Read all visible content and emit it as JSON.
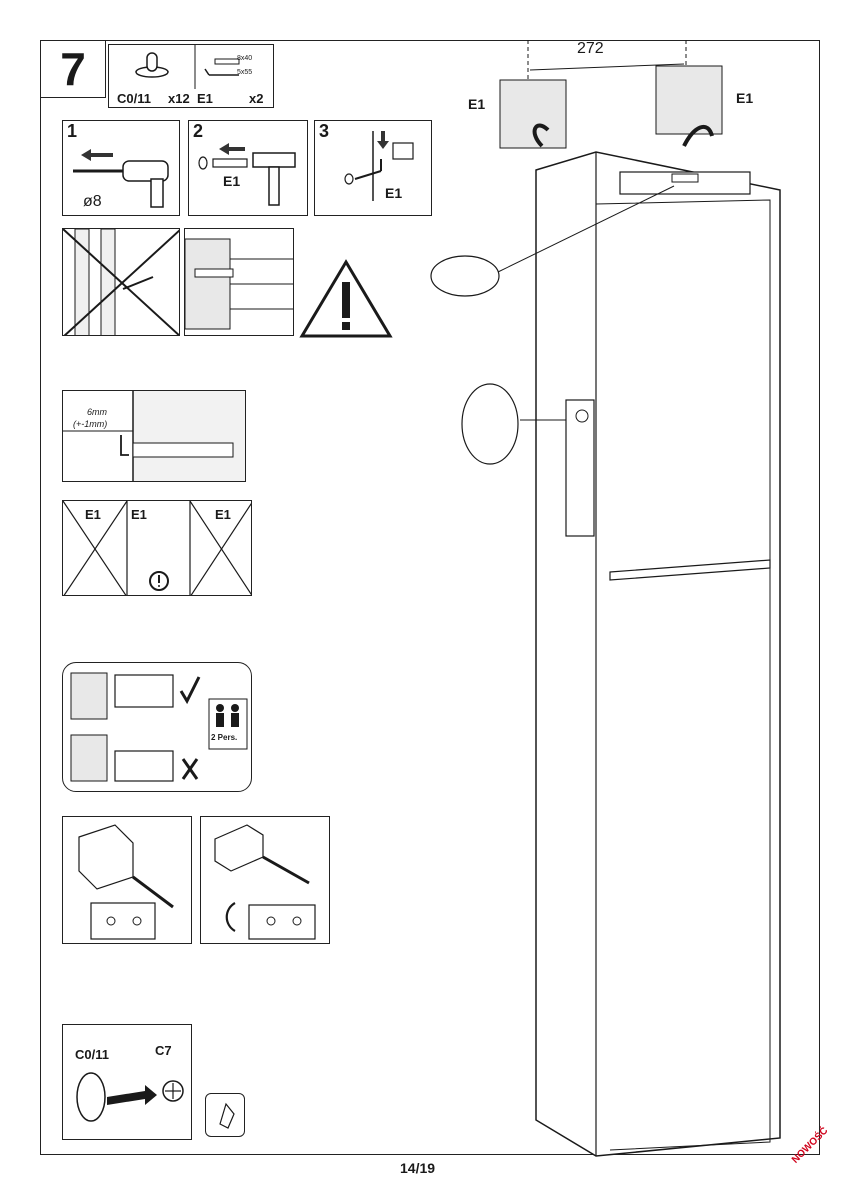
{
  "step": {
    "number": "7"
  },
  "parts": {
    "cap_label": "C0/11",
    "cap_qty": "x12",
    "fixing_label": "E1",
    "fixing_qty": "x2",
    "fixing_size_1": "8x40",
    "fixing_size_2": "5x55"
  },
  "substeps": [
    {
      "number": "1",
      "caption": "ø8"
    },
    {
      "number": "2",
      "caption": "E1"
    },
    {
      "number": "3",
      "caption": "E1"
    }
  ],
  "detail": {
    "depth_label": "6mm",
    "tolerance_label": "(+-1mm)"
  },
  "orientation": {
    "labels": [
      "E1",
      "E1",
      "E1"
    ]
  },
  "persons": {
    "label": "2 Pers."
  },
  "wall_mount": {
    "distance": "272",
    "left_label": "E1",
    "right_label": "E1"
  },
  "cap_swap": {
    "from_label": "C0/11",
    "to_label": "C7"
  },
  "footer": {
    "page": "14/19",
    "stamp": "NOWOŚĆ"
  },
  "colors": {
    "ink": "#1a1a1a",
    "stamp": "#d0021b",
    "brick": "#e8e8e8"
  }
}
